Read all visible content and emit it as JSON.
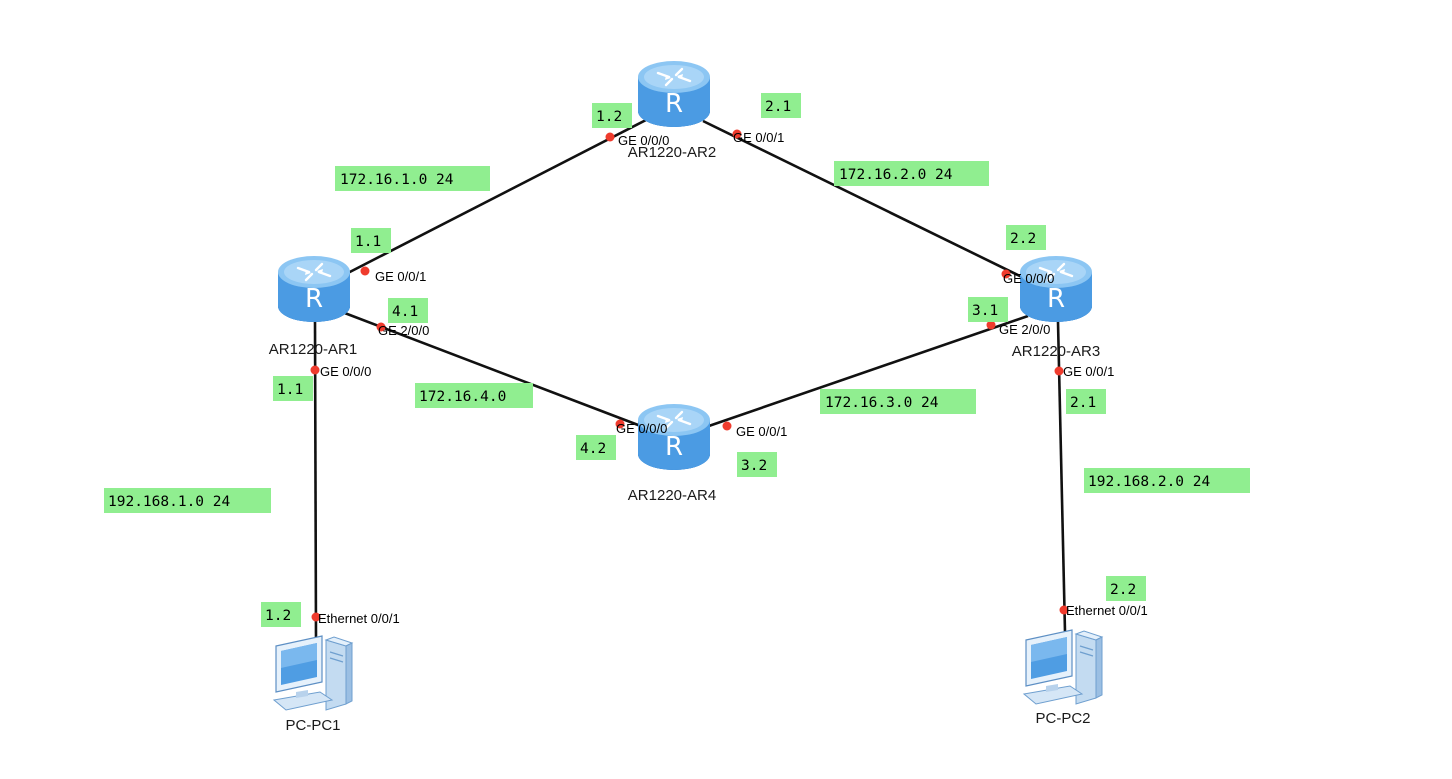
{
  "colors": {
    "link": "#111111",
    "port_dot": "#ef3b2d",
    "note_bg": "#90ee90",
    "router_body": "#3f8fdb",
    "router_top": "#8cc6f3",
    "pc_body": "#cfe3f5"
  },
  "devices": {
    "ar1": {
      "label": "AR1220-AR1",
      "icon": "router-icon"
    },
    "ar2": {
      "label": "AR1220-AR2",
      "icon": "router-icon"
    },
    "ar3": {
      "label": "AR1220-AR3",
      "icon": "router-icon"
    },
    "ar4": {
      "label": "AR1220-AR4",
      "icon": "router-icon"
    },
    "pc1": {
      "label": "PC-PC1",
      "icon": "pc-icon"
    },
    "pc2": {
      "label": "PC-PC2",
      "icon": "pc-icon"
    }
  },
  "ports": {
    "ar1_ge001": "GE 0/0/1",
    "ar1_ge200": "GE 2/0/0",
    "ar1_ge000": "GE 0/0/0",
    "ar2_ge000": "GE 0/0/0",
    "ar2_ge001": "GE 0/0/1",
    "ar3_ge000": "GE 0/0/0",
    "ar3_ge200": "GE 2/0/0",
    "ar3_ge001": "GE 0/0/1",
    "ar4_ge000": "GE 0/0/0",
    "ar4_ge001": "GE 0/0/1",
    "pc1_eth": "Ethernet 0/0/1",
    "pc2_eth": "Ethernet 0/0/1"
  },
  "notes": {
    "net_ar1_ar2": "172.16.1.0 24",
    "net_ar2_ar3": "172.16.2.0 24",
    "net_ar1_ar4": "172.16.4.0",
    "net_ar4_ar3": "172.16.3.0 24",
    "net_pc1": "192.168.1.0 24",
    "net_pc2": "192.168.2.0 24",
    "ip_ar2_ge000": "1.2",
    "ip_ar2_ge001": "2.1",
    "ip_ar1_ge001": "1.1",
    "ip_ar1_ge200": "4.1",
    "ip_ar1_ge000": "1.1",
    "ip_ar3_ge000": "2.2",
    "ip_ar3_ge200": "3.1",
    "ip_ar3_ge001": "2.1",
    "ip_ar4_ge000": "4.2",
    "ip_ar4_ge001": "3.2",
    "ip_pc1": "1.2",
    "ip_pc2": "2.2"
  }
}
